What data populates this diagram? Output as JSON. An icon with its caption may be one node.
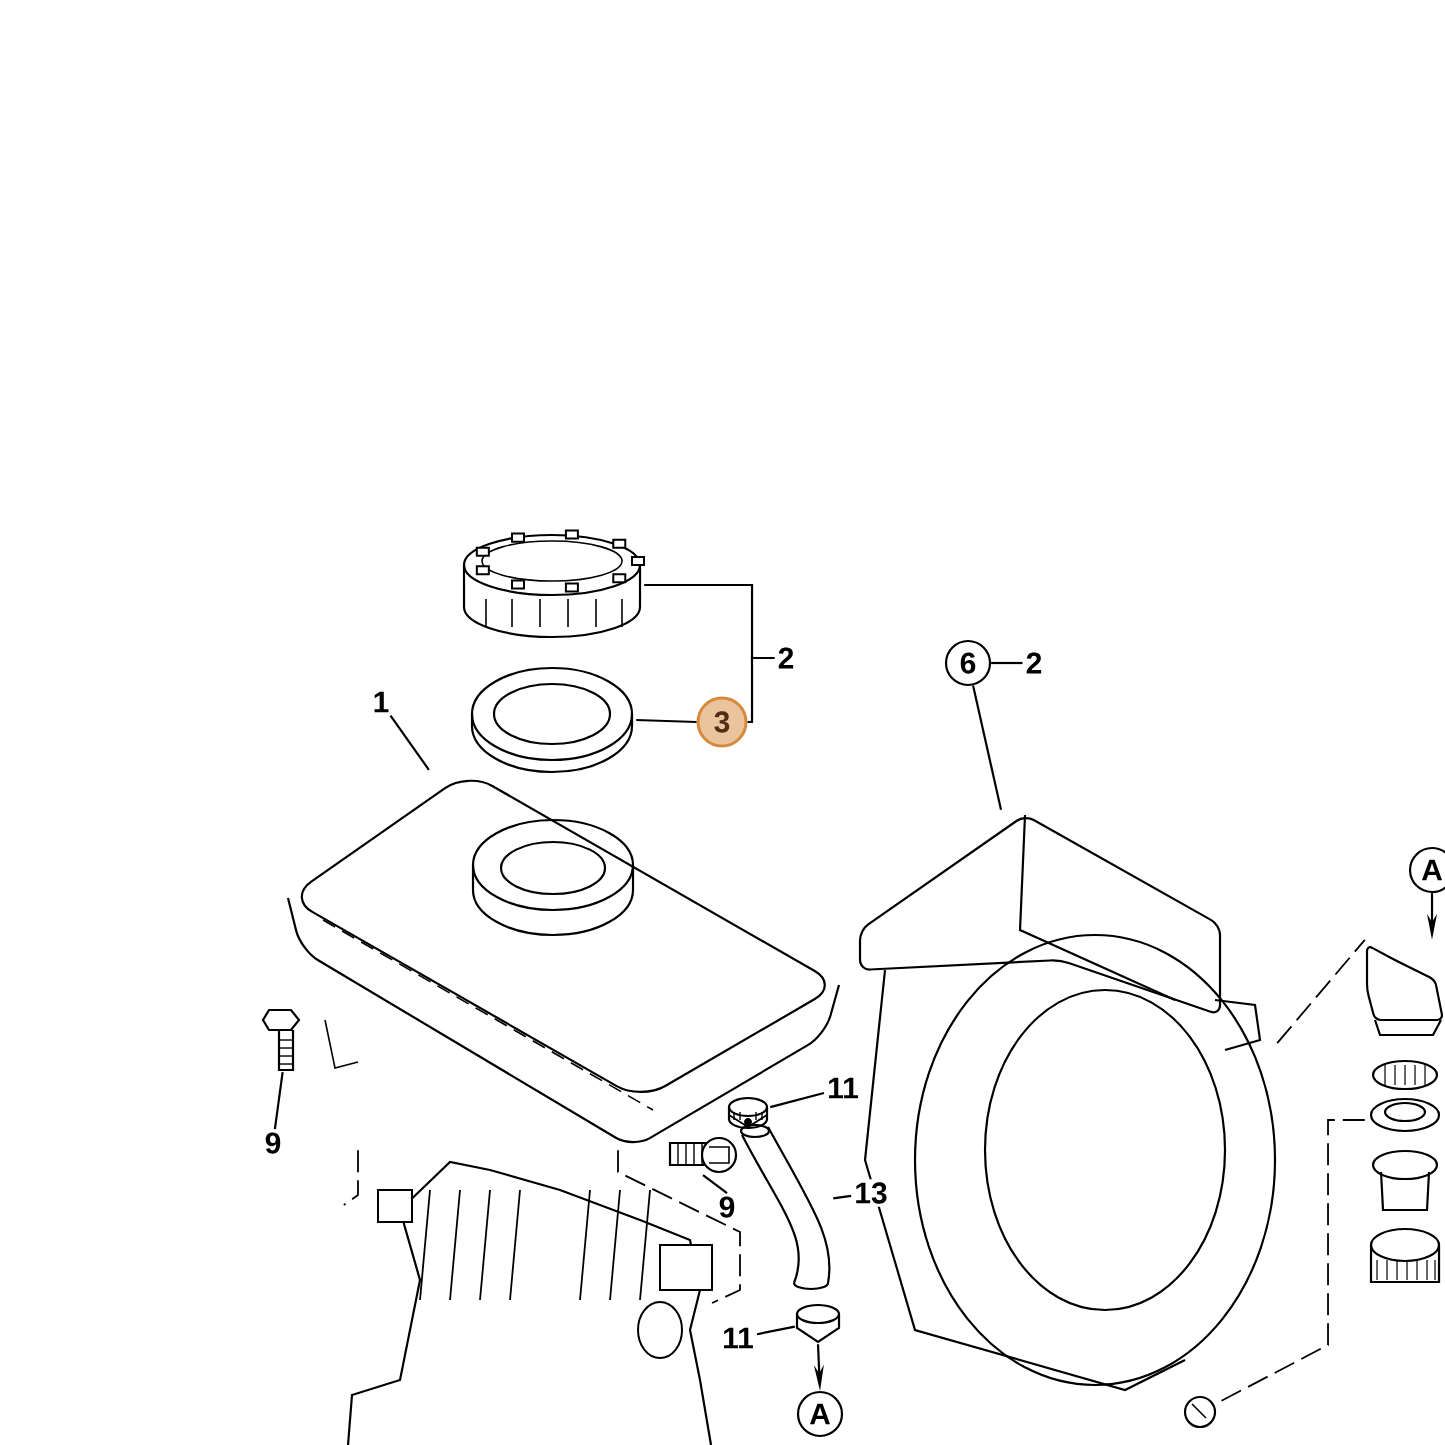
{
  "diagram": {
    "nodes": [
      {
        "text": [
          "2"
        ]
      },
      {
        "text": [],
        "shape": "picture"
      },
      {
        "text": [],
        "shape": "picture"
      },
      {
        "text": [
          "3"
        ]
      },
      {
        "text": [
          "1"
        ]
      },
      {
        "text": [],
        "shape": "picture"
      },
      {
        "text": [
          "6"
        ]
      },
      {
        "text": [
          "2"
        ]
      },
      {
        "text": [],
        "shape": "picture"
      },
      {
        "text": [
          "9"
        ]
      },
      {
        "text": [],
        "shape": "picture"
      },
      {
        "text": [
          "9"
        ]
      },
      {
        "text": [],
        "shape": "picture"
      },
      {
        "text": [
          "11"
        ]
      },
      {
        "text": [],
        "shape": "picture"
      },
      {
        "text": [
          "13"
        ]
      },
      {
        "text": [],
        "shape": "picture"
      },
      {
        "text": [
          "11"
        ]
      },
      {
        "text": [],
        "shape": "picture"
      },
      {
        "text": [
          "A"
        ]
      },
      {
        "text": [
          "A"
        ]
      },
      {
        "text": [],
        "shape": "picture"
      },
      {
        "text": [],
        "shape": "picture"
      },
      {
        "text": [],
        "shape": "picture"
      }
    ],
    "edges": [
      {
        "from": 0,
        "to": 1,
        "arrow": "none"
      },
      {
        "from": 0,
        "to": 3,
        "arrow": "none"
      },
      {
        "from": 3,
        "to": 2,
        "arrow": "none"
      },
      {
        "from": 4,
        "to": 5,
        "arrow": "none"
      },
      {
        "from": 6,
        "to": 7,
        "arrow": "none"
      },
      {
        "from": 6,
        "to": 8,
        "arrow": "none"
      },
      {
        "from": 9,
        "to": 10,
        "arrow": "none"
      },
      {
        "from": 11,
        "to": 12,
        "arrow": "none"
      },
      {
        "from": 13,
        "to": 14,
        "arrow": "none"
      },
      {
        "from": 15,
        "to": 16,
        "arrow": "none"
      },
      {
        "from": 17,
        "to": 18,
        "arrow": "none"
      },
      {
        "from": 18,
        "to": 19,
        "arrow": "to"
      },
      {
        "from": 20,
        "to": 21,
        "arrow": "to"
      },
      {
        "from": 5,
        "to": 22,
        "arrow": "none",
        "style": "dashed"
      },
      {
        "from": 5,
        "to": 22,
        "arrow": "none",
        "style": "dashed"
      },
      {
        "from": 8,
        "to": 21,
        "arrow": "none",
        "style": "dashed"
      },
      {
        "from": 21,
        "to": 23,
        "arrow": "none",
        "style": "dashed"
      }
    ]
  }
}
